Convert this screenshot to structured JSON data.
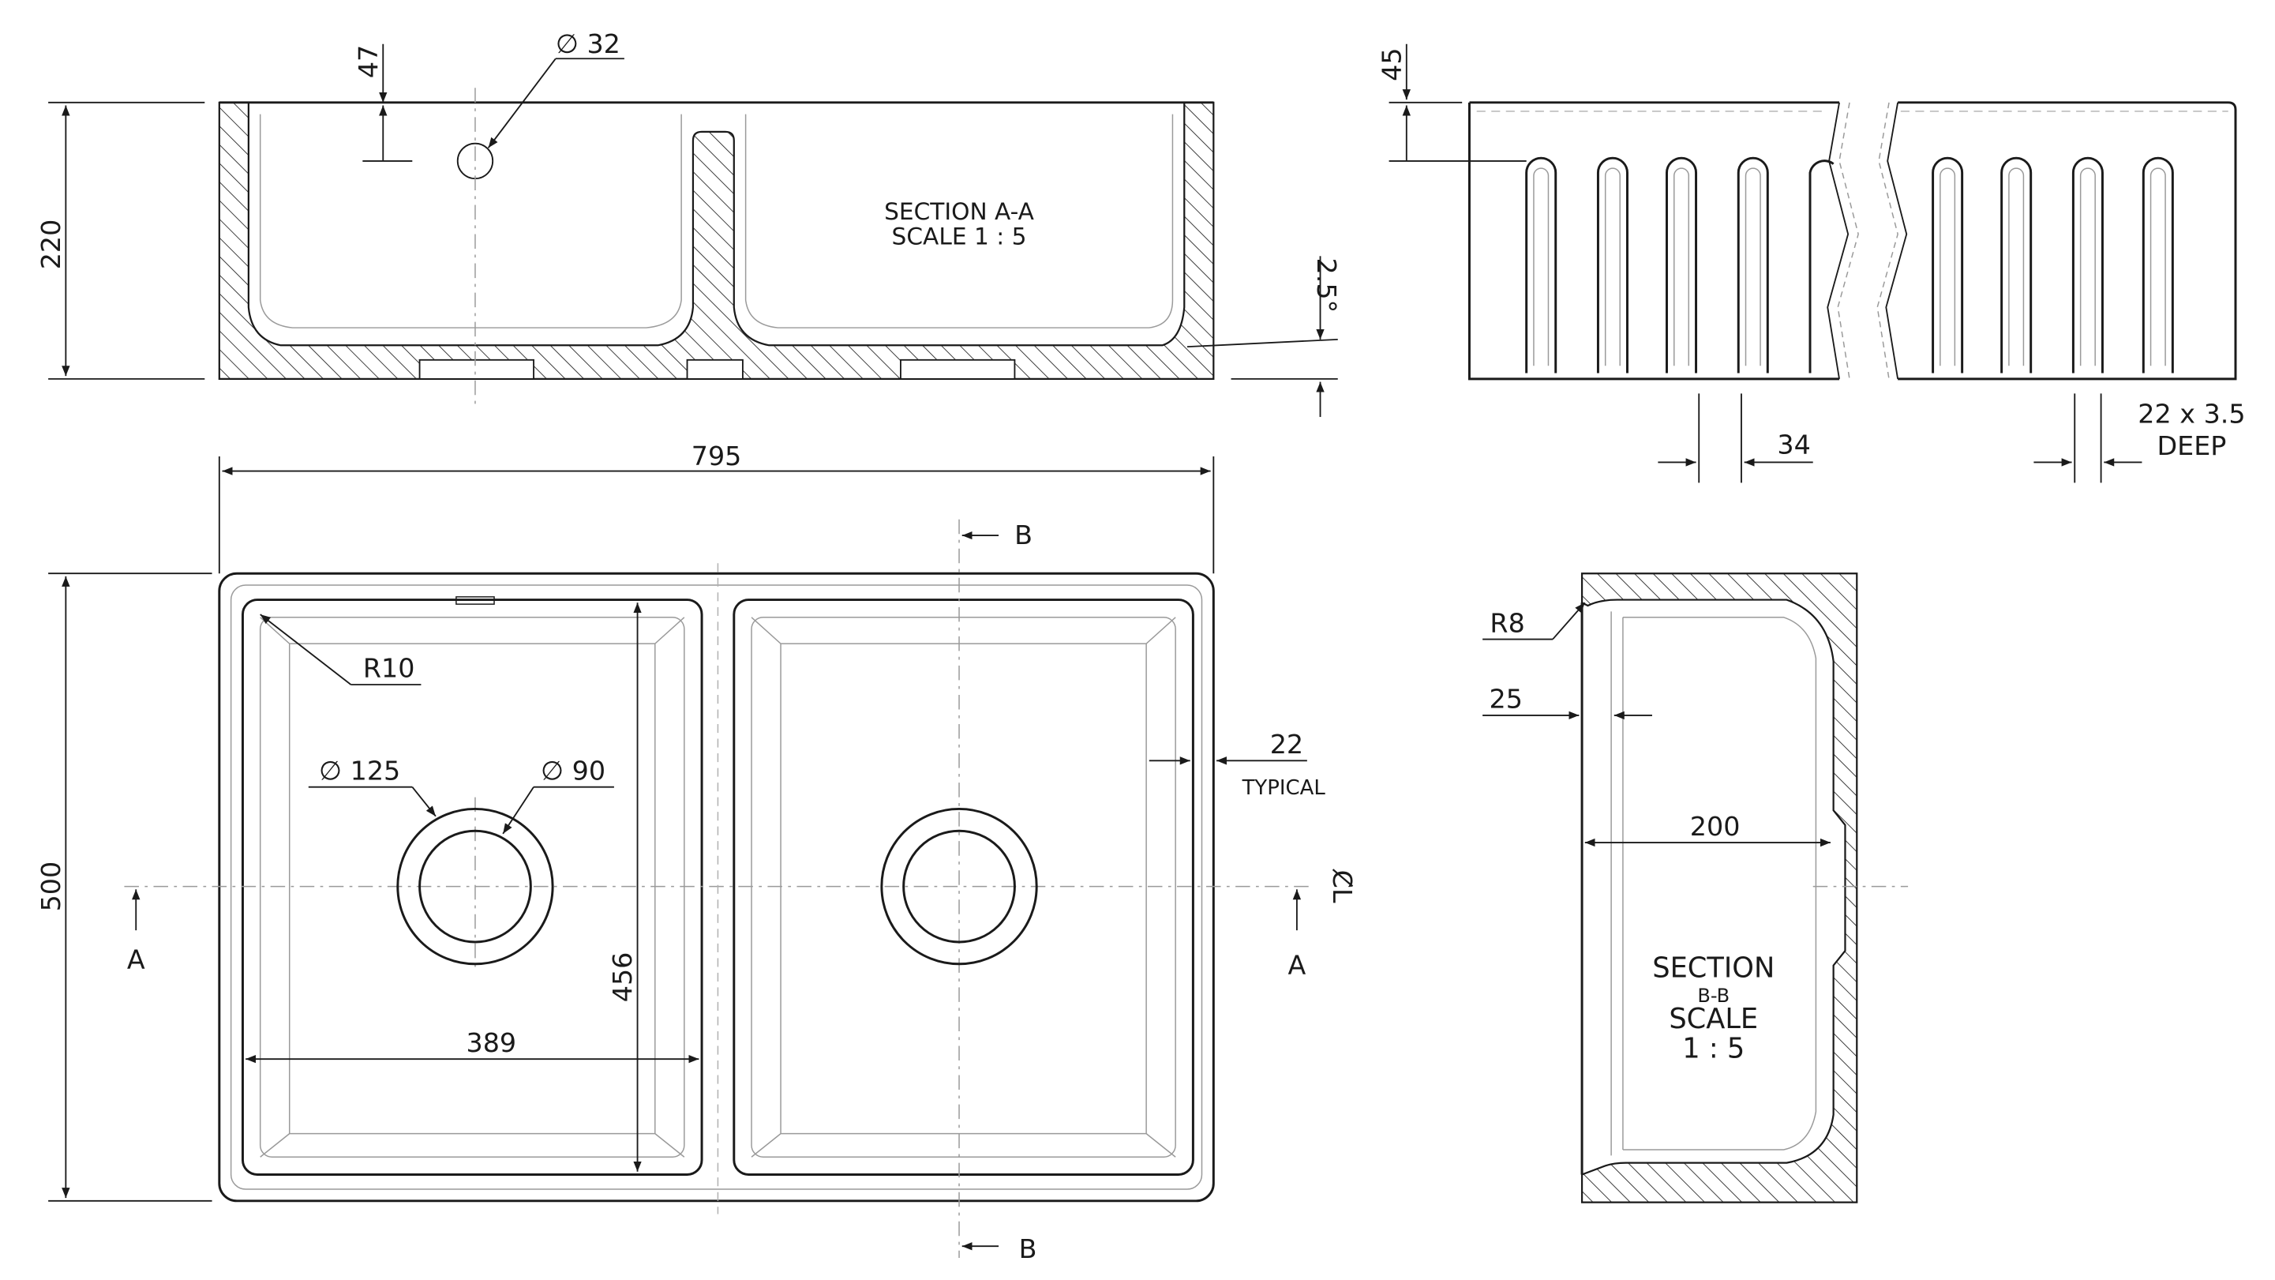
{
  "section_aa": {
    "title": "SECTION A-A",
    "scale": "SCALE 1 : 5",
    "dim_height": "220",
    "dim_waste_offset": "47",
    "dim_overflow_dia": "∅ 32",
    "dim_slope": "2.5°"
  },
  "drainer_view": {
    "dim_top": "45",
    "dim_pitch": "34",
    "dim_groove_1": "22 x 3.5",
    "dim_groove_2": "DEEP"
  },
  "plan_view": {
    "dim_width": "795",
    "dim_depth": "500",
    "dim_bowl_depth": "456",
    "dim_bowl_width": "389",
    "dim_corner_radius": "R10",
    "dim_waste_outer": "∅ 125",
    "dim_waste_inner": "∅ 90",
    "dim_rim": "22",
    "dim_rim_note": "TYPICAL",
    "section_mark_b": "B",
    "section_mark_a": "A",
    "centerline_mark": "C̸L"
  },
  "section_bb": {
    "title_1": "SECTION",
    "title_2": "B-B",
    "title_3": "SCALE",
    "title_4": "1 : 5",
    "dim_radius": "R8",
    "dim_wall": "25",
    "dim_depth": "200"
  }
}
